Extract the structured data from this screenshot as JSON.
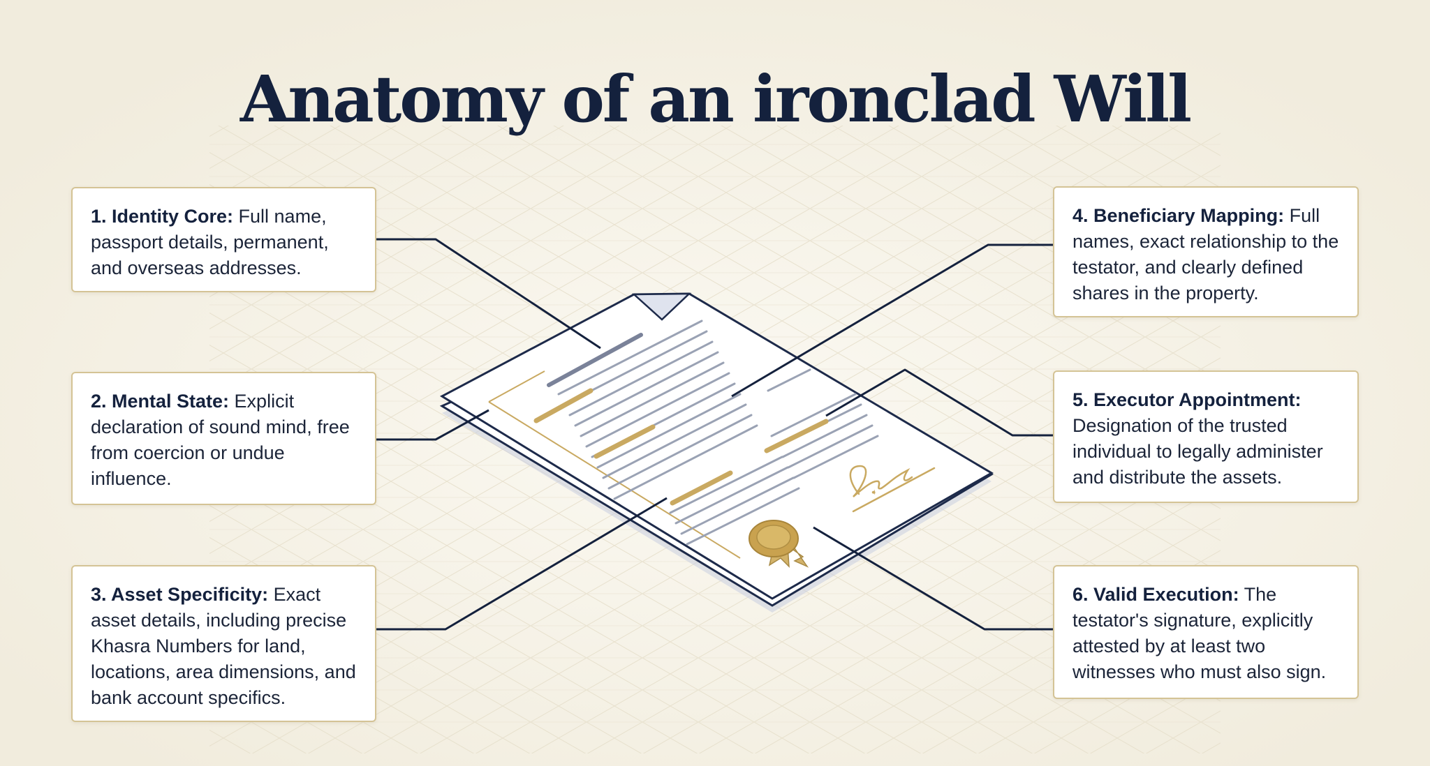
{
  "title": "Anatomy of an ironclad Will",
  "document": {
    "signature_text": "Sign",
    "seal_icon": "wax-seal-icon"
  },
  "colors": {
    "background": "#f4f0e4",
    "navy": "#14213d",
    "gold": "#c9a961",
    "card_border": "#d4c395"
  },
  "cards": [
    {
      "id": "identity-core",
      "heading": "1. Identity Core:",
      "body": " Full name, passport details, permanent, and overseas addresses."
    },
    {
      "id": "mental-state",
      "heading": "2. Mental State:",
      "body": " Explicit declaration of sound mind, free from coercion or undue influence."
    },
    {
      "id": "asset-specificity",
      "heading": "3. Asset Specificity:",
      "body": " Exact asset details, including precise Khasra Numbers for land, locations, area dimensions, and bank account specifics."
    },
    {
      "id": "beneficiary-mapping",
      "heading": "4. Beneficiary Mapping:",
      "body": " Full names, exact relationship to the testator, and clearly defined shares in the property."
    },
    {
      "id": "executor-appointment",
      "heading": "5. Executor Appointment:",
      "body": " Designation of the trusted individual to legally administer and distribute the assets."
    },
    {
      "id": "valid-execution",
      "heading": "6. Valid Execution:",
      "body": " The testator's signature, explicitly attested by at least two witnesses who must also sign."
    }
  ]
}
